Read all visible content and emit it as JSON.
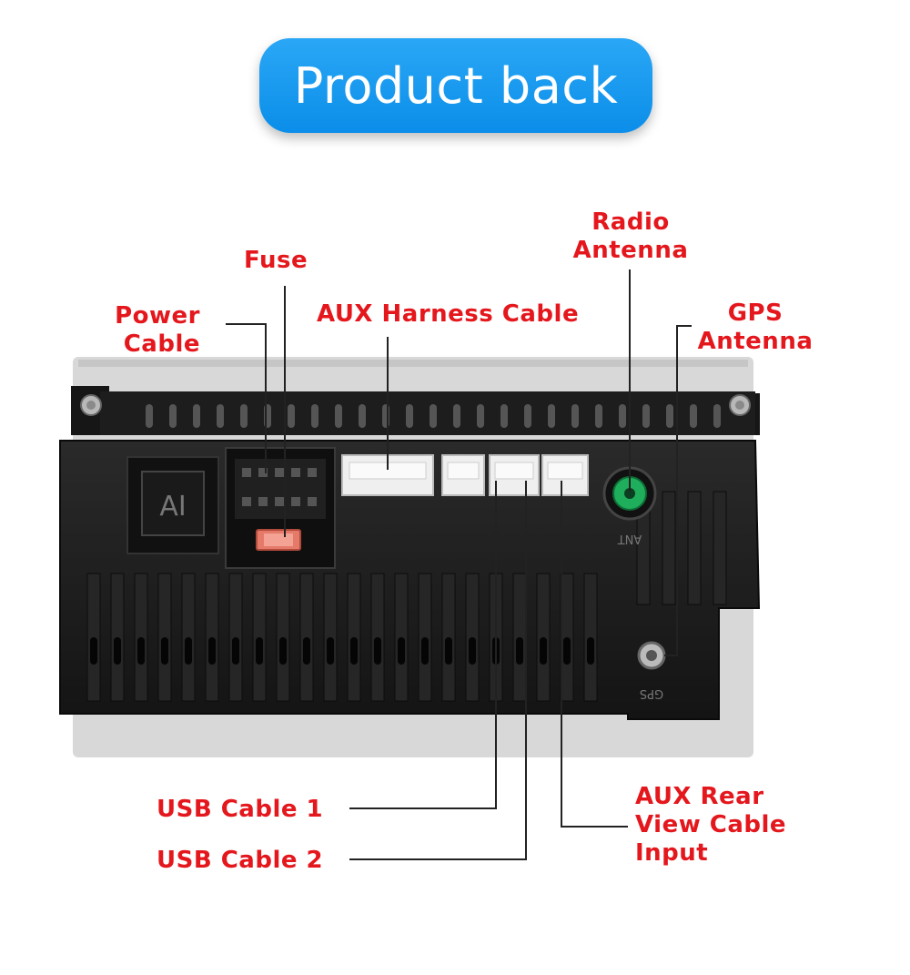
{
  "title": "Product back",
  "callouts": {
    "power_cable": [
      "Power",
      "Cable"
    ],
    "fuse": "Fuse",
    "aux_harness_cable": "AUX Harness Cable",
    "radio_antenna": [
      "Radio",
      "Antenna"
    ],
    "gps_antenna": [
      "GPS",
      "Antenna"
    ],
    "usb_cable_1": "USB Cable 1",
    "usb_cable_2": "USB Cable 2",
    "aux_rear_view": [
      "AUX Rear",
      "View Cable",
      "Input"
    ]
  },
  "device": {
    "emblem": "AI",
    "port_mark_radio": "ANT",
    "port_mark_gps": "GPS"
  },
  "colors": {
    "title_bg": "#1a9cf0",
    "label": "#e4171d",
    "housing": "#1b1b1b",
    "connector": "#eeeeee",
    "radio_port": "#1fae5b"
  }
}
